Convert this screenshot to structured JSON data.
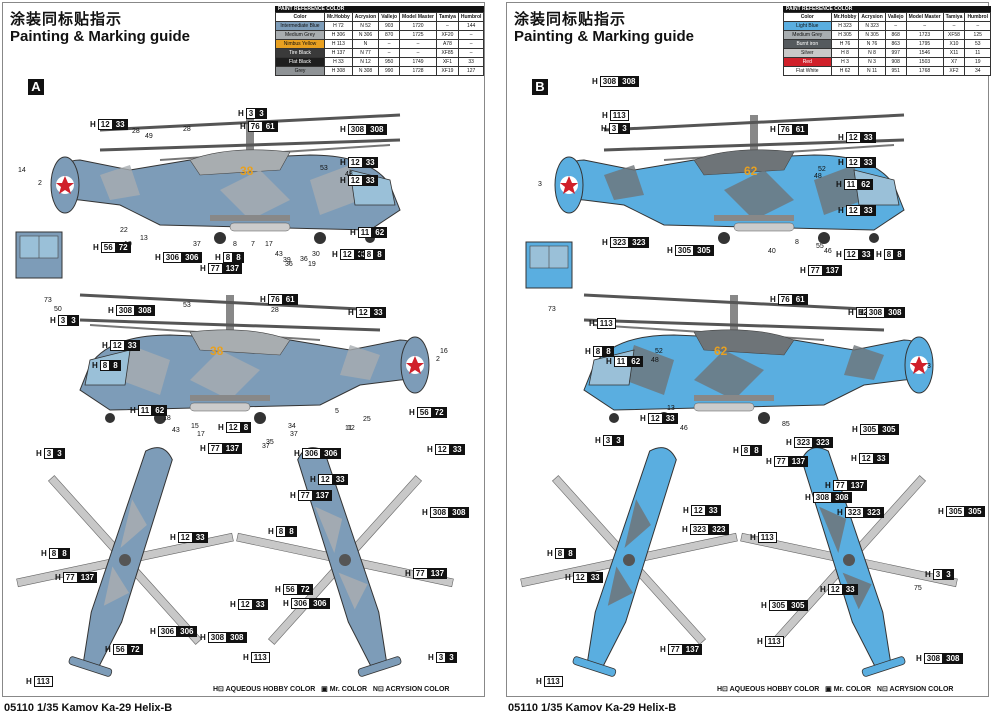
{
  "left_sheet": {
    "title_cn": "涂装同标贴指示",
    "title_en": "Painting & Marking guide",
    "scheme": "A",
    "footer": "05110 1/35 Kamov Ka-29 Helix-B",
    "table": {
      "caption": "PAINT REFERENCE COLOR",
      "headers": [
        "Color",
        "Mr.Hobby",
        "Acrysion",
        "Vallejo",
        "Model Master",
        "Tamiya",
        "Humbrol"
      ],
      "rows": [
        {
          "color": "Intermediate Blue",
          "hex": "#7d9cb8",
          "hobby": "72",
          "acry": "52",
          "vallejo": "903",
          "mm": "1720",
          "tamiya": "–",
          "humbrol": "144"
        },
        {
          "color": "Medium Grey",
          "hex": "#a8adb0",
          "hobby": "306",
          "acry": "306",
          "vallejo": "870",
          "mm": "1725",
          "tamiya": "XF20",
          "humbrol": "–"
        },
        {
          "color": "Nimbus Yellow",
          "hex": "#e8a020",
          "hobby": "113",
          "acry": "",
          "vallejo": "–",
          "mm": "–",
          "tamiya": "A78",
          "humbrol": "–"
        },
        {
          "color": "Tire Black",
          "hex": "#3a3a3a",
          "hobby": "137",
          "acry": "77",
          "vallejo": "–",
          "mm": "–",
          "tamiya": "XF85",
          "humbrol": "–"
        },
        {
          "color": "Flat Black",
          "hex": "#1e1e1e",
          "hobby": "33",
          "acry": "12",
          "vallejo": "950",
          "mm": "1749",
          "tamiya": "XF1",
          "humbrol": "33"
        },
        {
          "color": "Grey",
          "hex": "#8f9396",
          "hobby": "308",
          "acry": "308",
          "vallejo": "990",
          "mm": "1728",
          "tamiya": "XF19",
          "humbrol": "127"
        }
      ]
    },
    "codes": [
      {
        "t": "12",
        "b": "33"
      },
      {
        "t": "3",
        "b": "3"
      },
      {
        "t": "76",
        "b": "61"
      },
      {
        "t": "308",
        "b": "308"
      },
      {
        "t": "12",
        "b": "33"
      },
      {
        "t": "12",
        "b": "33"
      },
      {
        "t": "56",
        "b": "72"
      },
      {
        "t": "306",
        "b": "306"
      },
      {
        "t": "11",
        "b": "62"
      },
      {
        "t": "12",
        "b": "33"
      },
      {
        "t": "8",
        "b": "8"
      },
      {
        "t": "8",
        "b": "8"
      },
      {
        "t": "77",
        "b": "137"
      },
      {
        "t": "308",
        "b": "308"
      },
      {
        "t": "3",
        "b": "3"
      },
      {
        "t": "76",
        "b": "61"
      },
      {
        "t": "12",
        "b": "33"
      },
      {
        "t": "12",
        "b": "33"
      },
      {
        "t": "8",
        "b": "8"
      },
      {
        "t": "11",
        "b": "62"
      },
      {
        "t": "56",
        "b": "72"
      },
      {
        "t": "12",
        "b": "8"
      },
      {
        "t": "77",
        "b": "137"
      },
      {
        "t": "306",
        "b": "306"
      },
      {
        "t": "3",
        "b": "3"
      },
      {
        "t": "12",
        "b": "33"
      },
      {
        "t": "8",
        "b": "8"
      },
      {
        "t": "77",
        "b": "137"
      },
      {
        "t": "12",
        "b": "33"
      },
      {
        "t": "306",
        "b": "306"
      },
      {
        "t": "56",
        "b": "72"
      },
      {
        "t": "113",
        "b": ""
      },
      {
        "t": "12",
        "b": "33"
      },
      {
        "t": "77",
        "b": "137"
      },
      {
        "t": "8",
        "b": "8"
      },
      {
        "t": "308",
        "b": "308"
      },
      {
        "t": "12",
        "b": "33"
      },
      {
        "t": "56",
        "b": "72"
      },
      {
        "t": "306",
        "b": "306"
      },
      {
        "t": "77",
        "b": "137"
      },
      {
        "t": "308",
        "b": "308"
      },
      {
        "t": "113",
        "b": ""
      },
      {
        "t": "3",
        "b": "3"
      }
    ],
    "callouts": [
      "14",
      "2",
      "28",
      "49",
      "28",
      "53",
      "48",
      "22",
      "13",
      "10",
      "37",
      "8",
      "7",
      "17",
      "43",
      "39",
      "36",
      "30",
      "19",
      "36",
      "37",
      "73",
      "50",
      "53",
      "28",
      "18",
      "43",
      "15",
      "17",
      "34",
      "37",
      "35",
      "11",
      "25",
      "5",
      "16",
      "2",
      "12"
    ],
    "legend": {
      "hobby": "AQUEOUS HOBBY COLOR",
      "mr": "Mr. COLOR",
      "acry": "ACRYSION COLOR"
    }
  },
  "right_sheet": {
    "title_cn": "涂装同标贴指示",
    "title_en": "Painting & Marking guide",
    "scheme": "B",
    "footer": "05110 1/35 Kamov Ka-29 Helix-B",
    "table": {
      "caption": "PAINT REFERENCE COLOR",
      "headers": [
        "Color",
        "Mr.Hobby",
        "Acrysion",
        "Vallejo",
        "Model Master",
        "Tamiya",
        "Humbrol"
      ],
      "rows": [
        {
          "color": "Light Blue",
          "hex": "#5aaee0",
          "hobby": "323",
          "acry": "323",
          "vallejo": "–",
          "mm": "–",
          "tamiya": "–",
          "humbrol": "–"
        },
        {
          "color": "Medium Grey",
          "hex": "#a8adb0",
          "hobby": "305",
          "acry": "305",
          "vallejo": "868",
          "mm": "1723",
          "tamiya": "XF58",
          "humbrol": "125"
        },
        {
          "color": "Burnt iron",
          "hex": "#555a5e",
          "hobby": "76",
          "acry": "76",
          "vallejo": "863",
          "mm": "1795",
          "tamiya": "X10",
          "humbrol": "53"
        },
        {
          "color": "Silver",
          "hex": "#c8c8c8",
          "hobby": "8",
          "acry": "8",
          "vallejo": "997",
          "mm": "1546",
          "tamiya": "X11",
          "humbrol": "11"
        },
        {
          "color": "Red",
          "hex": "#d0202a",
          "hobby": "3",
          "acry": "3",
          "vallejo": "908",
          "mm": "1503",
          "tamiya": "X7",
          "humbrol": "19"
        },
        {
          "color": "Flat White",
          "hex": "#ffffff",
          "hobby": "62",
          "acry": "11",
          "vallejo": "951",
          "mm": "1768",
          "tamiya": "XF2",
          "humbrol": "34"
        }
      ]
    },
    "codes": [
      {
        "t": "308",
        "b": "308"
      },
      {
        "t": "113",
        "b": ""
      },
      {
        "t": "3",
        "b": "3"
      },
      {
        "t": "76",
        "b": "61"
      },
      {
        "t": "12",
        "b": "33"
      },
      {
        "t": "12",
        "b": "33"
      },
      {
        "t": "11",
        "b": "62"
      },
      {
        "t": "12",
        "b": "33"
      },
      {
        "t": "323",
        "b": "323"
      },
      {
        "t": "305",
        "b": "305"
      },
      {
        "t": "77",
        "b": "137"
      },
      {
        "t": "12",
        "b": "33"
      },
      {
        "t": "8",
        "b": "8"
      },
      {
        "t": "113",
        "b": ""
      },
      {
        "t": "76",
        "b": "61"
      },
      {
        "t": "12",
        "b": "33"
      },
      {
        "t": "308",
        "b": "308"
      },
      {
        "t": "8",
        "b": "8"
      },
      {
        "t": "11",
        "b": "62"
      },
      {
        "t": "12",
        "b": "33"
      },
      {
        "t": "305",
        "b": "305"
      },
      {
        "t": "323",
        "b": "323"
      },
      {
        "t": "8",
        "b": "8"
      },
      {
        "t": "77",
        "b": "137"
      },
      {
        "t": "3",
        "b": "3"
      },
      {
        "t": "12",
        "b": "33"
      },
      {
        "t": "8",
        "b": "8"
      },
      {
        "t": "12",
        "b": "33"
      },
      {
        "t": "77",
        "b": "137"
      },
      {
        "t": "308",
        "b": "308"
      },
      {
        "t": "12",
        "b": "33"
      },
      {
        "t": "323",
        "b": "323"
      },
      {
        "t": "305",
        "b": "305"
      },
      {
        "t": "323",
        "b": "323"
      },
      {
        "t": "113",
        "b": ""
      },
      {
        "t": "77",
        "b": "137"
      },
      {
        "t": "305",
        "b": "305"
      },
      {
        "t": "12",
        "b": "33"
      },
      {
        "t": "3",
        "b": "3"
      },
      {
        "t": "113",
        "b": ""
      },
      {
        "t": "308",
        "b": "308"
      },
      {
        "t": "113",
        "b": ""
      }
    ],
    "callouts": [
      "3",
      "52",
      "48",
      "40",
      "8",
      "55",
      "46",
      "73",
      "52",
      "48",
      "13",
      "55",
      "46",
      "85",
      "3",
      "75"
    ],
    "legend": {
      "hobby": "AQUEOUS HOBBY COLOR",
      "mr": "Mr. COLOR",
      "acry": "ACRYSION COLOR"
    }
  },
  "colors": {
    "bodyA_base": "#7d9cb8",
    "bodyA_camo": "#a8adb0",
    "bodyB_base": "#5aaee0",
    "bodyB_camo": "#6e7478",
    "rotor": "#c8c8c8",
    "yellow": "#e8a020"
  }
}
